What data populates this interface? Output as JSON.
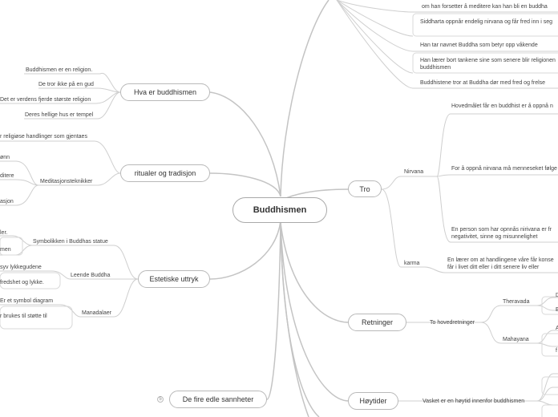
{
  "root": {
    "title": "Buddhismen"
  },
  "left": {
    "hva": {
      "title": "Hva er buddhismen",
      "items": [
        "Buddhismen er en religion.",
        "De tror ikke på en gud",
        "Det er verdens fjerde største religion",
        "Deres hellige hus er tempel"
      ]
    },
    "ritualer": {
      "title": "ritualer og  tradisjon",
      "top_item": "r religiøse handlinger som gjentaes",
      "sub": "Meditasjonsteknikker",
      "sub_items": [
        "ønn",
        "ditere",
        "asjon"
      ]
    },
    "estetiske": {
      "title": "Estetiske uttryk",
      "symbolikken": "Symbolikken i Buddhas  statue",
      "symbolikken_items": [
        "ler.",
        "men"
      ],
      "leende": "Leende  Buddha",
      "leende_items": [
        "syv lykkegudene",
        "fredshet og lykke."
      ],
      "mandalaer": "Manadalaer",
      "mandalaer_items": [
        "Er et symbol diagram",
        "r brukes til støtte til"
      ]
    },
    "sannheter": {
      "title": "De fire edle sannheter",
      "collapse": "5"
    }
  },
  "right": {
    "top_items": [
      "om han forsetter å meditere kan han bli en buddha",
      "Siddharta oppnår endelig nirvana og får fred inn i seg",
      "Han tar navnet Buddha som betyr opp våkende",
      "Han lærer bort tankene sine som senere blir religionen buddhismen",
      "Buddhistene tror at Buddha dør med fred og frelse"
    ],
    "tro": {
      "title": "Tro",
      "nirvana": "Nirvana",
      "nirvana_items": [
        "Hovedmålet får en buddhist er å oppnå n",
        "For å oppnå nirvana må menneseket følge",
        "En person som har opnnås nirivana er fr negativitet,  sinne og misunnelighet"
      ],
      "karma": "karma",
      "karma_item": "En lærer om at handlingene våre får konse får  i livet ditt eller i ditt senere liv eller"
    },
    "retninger": {
      "title": "Retninger",
      "sub": "To hovedretninger",
      "theravada": "Theravada",
      "mahayana": "Mahayana",
      "theravada_items": [
        "D",
        "E"
      ],
      "mahayana_items": [
        "A",
        "f"
      ]
    },
    "hoytider": {
      "title": "Høytider",
      "sub": "Vasket er en høytid innenfor buddhismen"
    }
  }
}
